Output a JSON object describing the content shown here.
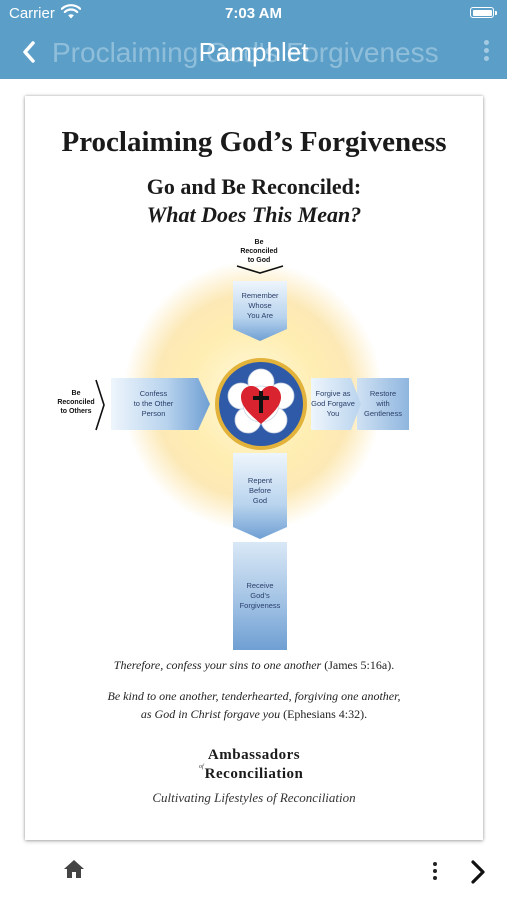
{
  "status_bar": {
    "carrier": "Carrier",
    "time": "7:03 AM"
  },
  "nav": {
    "title": "Pamphlet",
    "faded_title": "Proclaiming God's Forgiveness"
  },
  "document": {
    "title": "Proclaiming God’s Forgiveness",
    "subtitle_line1": "Go and Be Reconciled:",
    "subtitle_line2": "What Does This Mean?",
    "diagram": {
      "top_label": [
        "Be",
        "Reconciled",
        "to God"
      ],
      "left_label": [
        "Be",
        "Reconciled",
        "to Others"
      ],
      "top_arm": [
        "Remember",
        "Whose",
        "You Are"
      ],
      "left_arm": [
        "Confess",
        "to the Other",
        "Person"
      ],
      "right_arm_1": [
        "Forgive as",
        "God Forgave",
        "You"
      ],
      "right_arm_2": [
        "Restore",
        "with",
        "Gentleness"
      ],
      "bottom_arm_1": [
        "Repent",
        "Before",
        "God"
      ],
      "bottom_arm_2": [
        "Receive",
        "God’s",
        "Forgiveness"
      ]
    },
    "quote1_italic": "Therefore, confess your sins to one another",
    "quote1_ref": " (James 5:16a).",
    "quote2_italic_line1": "Be kind to one another, tenderhearted, forgiving one another,",
    "quote2_italic_line2": "as God in Christ forgave you",
    "quote2_ref": " (Ephesians 4:32).",
    "org_line1": "Ambassadors",
    "org_of": "of",
    "org_line2": "Reconciliation",
    "tagline": "Cultivating Lifestyles of Reconciliation"
  },
  "colors": {
    "nav_bar": "#5b9fc9",
    "arm_blue": "#6f9fd3",
    "rose_blue": "#2e5aa8",
    "rose_gold": "#e2b23a",
    "heart_red": "#d9232e"
  }
}
